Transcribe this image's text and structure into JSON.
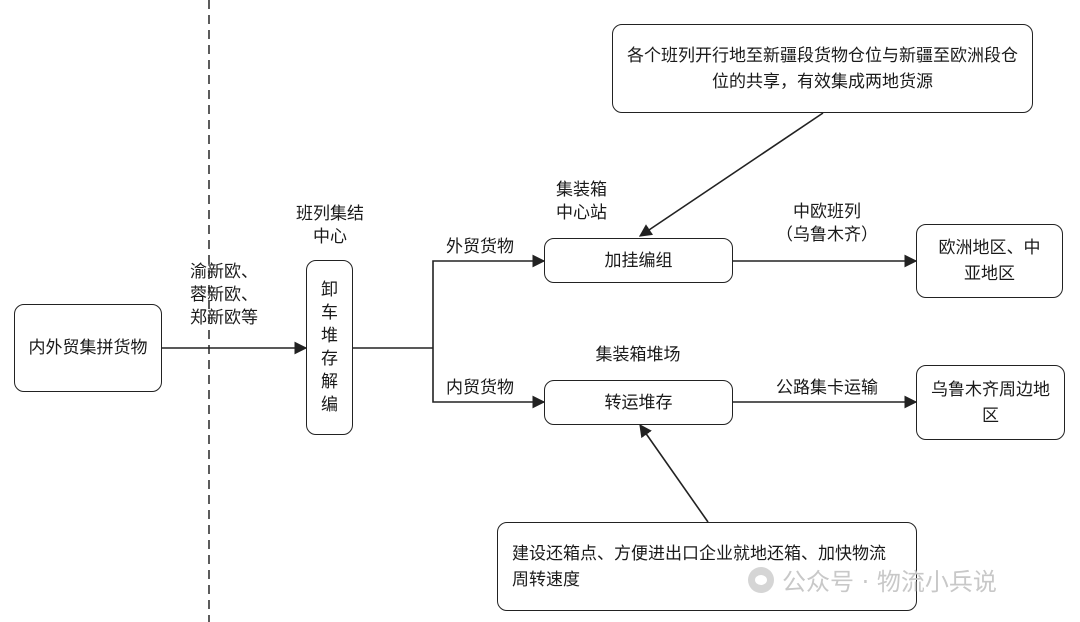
{
  "diagram": {
    "source_box": "内外贸集拼货物",
    "routes_label": [
      "渝新欧、",
      "蓉新欧、",
      "郑新欧等"
    ],
    "hub_title": [
      "班列集结",
      "中心"
    ],
    "hub_box": "卸车堆存解编",
    "branch_foreign": "外贸货物",
    "branch_domestic": "内贸货物",
    "station_title": [
      "集装箱",
      "中心站"
    ],
    "station_box": "加挂编组",
    "yard_title": "集装箱堆场",
    "yard_box": "转运堆存",
    "train_label": [
      "中欧班列",
      "（乌鲁木齐）"
    ],
    "truck_label": "公路集卡运输",
    "dest_foreign": "欧洲地区、中亚地区",
    "dest_domestic": "乌鲁木齐周边地区",
    "note_top": "各个班列开行地至新疆段货物仓位与新疆至欧洲段仓位的共享，有效集成两地货源",
    "note_bottom": "建设还箱点、方便进出口企业就地还箱、加快物流周转速度"
  },
  "watermark": "公众号 · 物流小兵说",
  "colors": {
    "line": "#222222",
    "watermark": "#c8c8c8"
  }
}
